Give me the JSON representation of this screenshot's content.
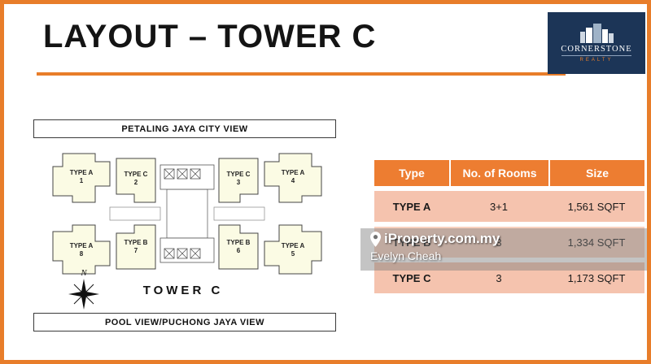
{
  "slide": {
    "title": "LAYOUT – TOWER C"
  },
  "logo": {
    "name": "CORNERSTONE",
    "subtitle": "REALTY",
    "icon": "building-skyline-icon"
  },
  "floorplan": {
    "top_label": "PETALING JAYA CITY VIEW",
    "bottom_label": "POOL VIEW/PUCHONG JAYA VIEW",
    "tower_label": "TOWER C",
    "compass_label": "N",
    "units": [
      {
        "type": "TYPE A",
        "no": "1"
      },
      {
        "type": "TYPE C",
        "no": "2"
      },
      {
        "type": "TYPE C",
        "no": "3"
      },
      {
        "type": "TYPE A",
        "no": "4"
      },
      {
        "type": "TYPE A",
        "no": "8"
      },
      {
        "type": "TYPE B",
        "no": "7"
      },
      {
        "type": "TYPE B",
        "no": "6"
      },
      {
        "type": "TYPE A",
        "no": "5"
      }
    ]
  },
  "table": {
    "headers": [
      "Type",
      "No. of Rooms",
      "Size"
    ],
    "rows": [
      {
        "type": "TYPE A",
        "rooms": "3+1",
        "size": "1,561 SQFT"
      },
      {
        "type": "TYPE B",
        "rooms": "3",
        "size": "1,334 SQFT"
      },
      {
        "type": "TYPE C",
        "rooms": "3",
        "size": "1,173 SQFT"
      }
    ]
  },
  "watermark": {
    "brand": "iProperty.com.my",
    "agent": "Evelyn Cheah",
    "icon": "location-pin-icon"
  },
  "colors": {
    "accent_orange": "#E87D2A",
    "table_header_orange": "#ED7D31",
    "row_salmon": "#F5C3AE",
    "row_salmon_light": "#F8D0BE",
    "logo_navy": "#1C3557",
    "unit_cream": "#FBFBE4"
  }
}
